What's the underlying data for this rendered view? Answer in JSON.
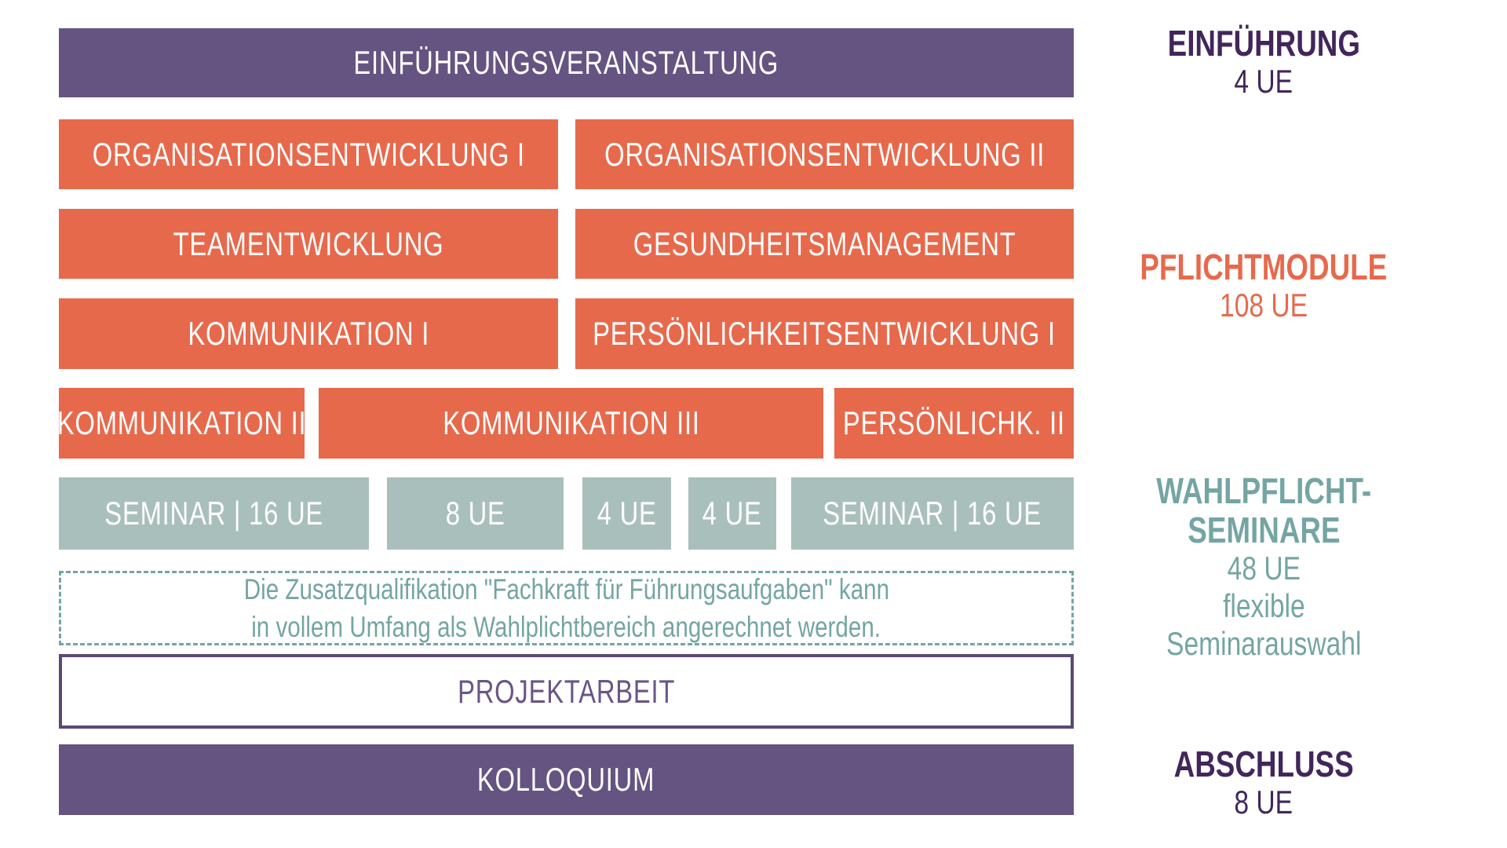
{
  "diagram": {
    "title_semantic": "Qualification curriculum structure diagram",
    "colors": {
      "purple_fill": "#655381",
      "purple_border": "#5b4878",
      "purple_text_dark": "#42265b",
      "orange_fill": "#e7694c",
      "sage_fill": "#a9bfbc",
      "teal_text": "#74a5a3",
      "white": "#ffffff"
    },
    "rows": [
      {
        "name": "einfuehrungsveranstaltung",
        "blocks": [
          {
            "label": "EINFÜHRUNGSVERANSTALTUNG"
          }
        ]
      },
      {
        "name": "pflicht-row-1",
        "blocks": [
          {
            "label": "ORGANISATIONSENTWICKLUNG I"
          },
          {
            "label": "ORGANISATIONSENTWICKLUNG II"
          }
        ]
      },
      {
        "name": "pflicht-row-2",
        "blocks": [
          {
            "label": "TEAMENTWICKLUNG"
          },
          {
            "label": "GESUNDHEITSMANAGEMENT"
          }
        ]
      },
      {
        "name": "pflicht-row-3",
        "blocks": [
          {
            "label": "KOMMUNIKATION I"
          },
          {
            "label": "PERSÖNLICHKEITSENTWICKLUNG I"
          }
        ]
      },
      {
        "name": "pflicht-row-4",
        "blocks": [
          {
            "label": "KOMMUNIKATION II"
          },
          {
            "label": "KOMMUNIKATION III"
          },
          {
            "label": "PERSÖNLICHK. II"
          }
        ]
      },
      {
        "name": "wahlpflicht-seminare",
        "blocks": [
          {
            "label": "SEMINAR | 16 UE"
          },
          {
            "label": "8 UE"
          },
          {
            "label": "4 UE"
          },
          {
            "label": "4 UE"
          },
          {
            "label": "SEMINAR | 16 UE"
          }
        ]
      },
      {
        "name": "note",
        "lines": [
          "Die Zusatzqualifikation \"Fachkraft für Führungsaufgaben\" kann",
          "in vollem Umfang als Wahlplichtbereich angerechnet werden."
        ]
      },
      {
        "name": "projektarbeit",
        "blocks": [
          {
            "label": "PROJEKTARBEIT"
          }
        ]
      },
      {
        "name": "kolloquium",
        "blocks": [
          {
            "label": "KOLLOQUIUM"
          }
        ]
      }
    ],
    "side_labels": {
      "einfuehrung": {
        "title": "EINFÜHRUNG",
        "hours": "4 UE"
      },
      "pflichtmodule": {
        "title": "PFLICHTMODULE",
        "hours": "108 UE"
      },
      "wahlpflicht": {
        "title_line_1": "WAHLPFLICHT-",
        "title_line_2": "SEMINARE",
        "hours": "48 UE",
        "note_line_1": "flexible",
        "note_line_2": "Seminarauswahl"
      },
      "abschluss": {
        "title": "ABSCHLUSS",
        "hours": "8 UE"
      }
    }
  }
}
